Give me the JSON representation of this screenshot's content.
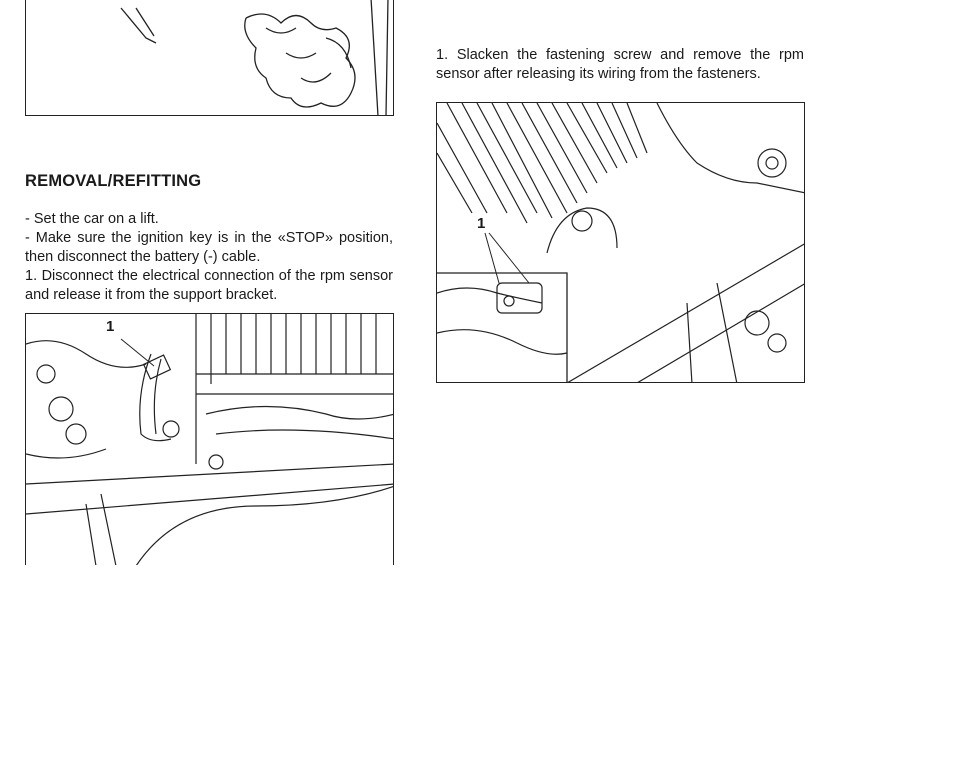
{
  "left_column": {
    "heading": "REMOVAL/REFITTING",
    "steps": [
      "- Set the car on a lift.",
      "- Make sure the ignition key is in the «STOP» position, then disconnect the battery (-) cable.",
      "1. Disconnect the electrical connection of the rpm sensor and release it from the support bracket."
    ],
    "figure_callout": "1"
  },
  "right_column": {
    "step": "1. Slacken the fastening screw and remove the rpm sensor after releasing its wiring from the fasteners.",
    "figure_callout": "1"
  }
}
